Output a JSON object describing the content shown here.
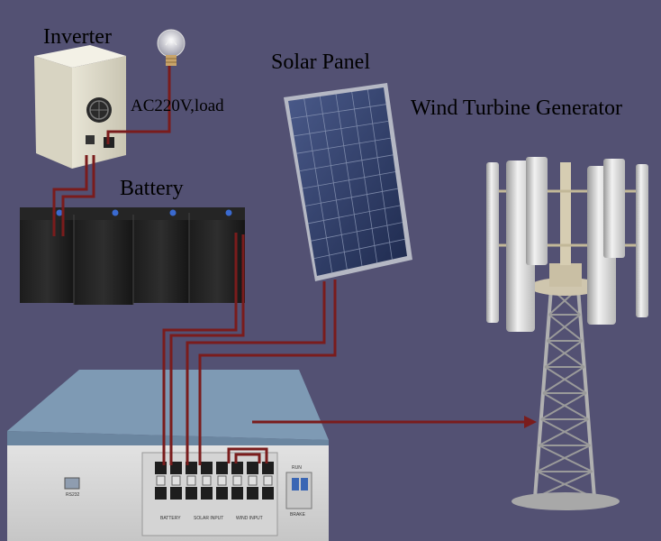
{
  "labels": {
    "inverter": "Inverter",
    "load": "AC220V,load",
    "battery": "Battery",
    "solar_panel": "Solar Panel",
    "wind_turbine": "Wind Turbine Generator"
  },
  "controller": {
    "port_label": "RS232",
    "terminal_groups": [
      "BATTERY",
      "SOLAR INPUT",
      "WIND INPUT"
    ],
    "switch_labels": [
      "RUN",
      "BRAKE"
    ]
  },
  "colors": {
    "background": "#535173",
    "wire": "#7a1c1c"
  }
}
